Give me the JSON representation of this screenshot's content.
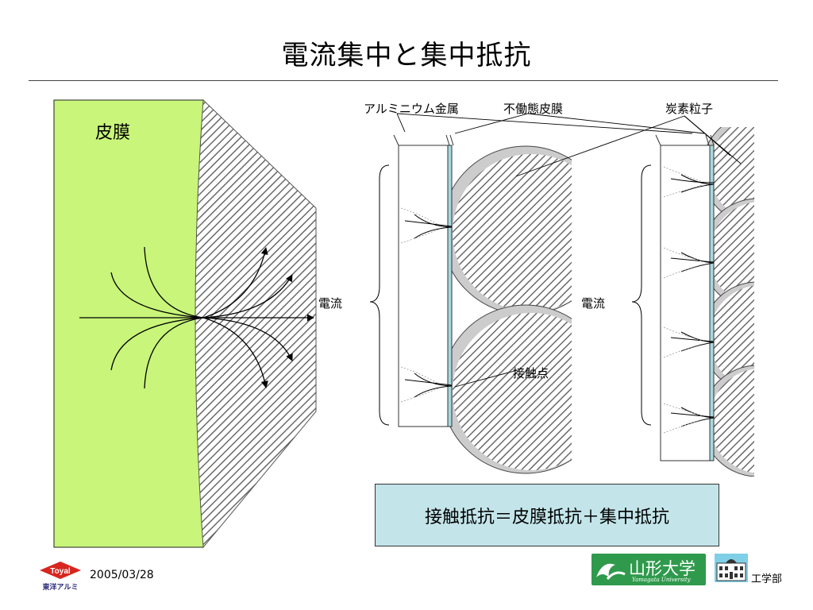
{
  "title": "電流集中と集中抵抗",
  "labels": {
    "skin": "皮膜",
    "aluminum": "アルミニウム金属",
    "passive_film": "不働態皮膜",
    "carbon": "炭素粒子",
    "current_left": "電流",
    "current_right": "電流",
    "contact_point": "接触点"
  },
  "formula": "接触抵抗＝皮膜抵抗＋集中抵抗",
  "footer": {
    "date": "2005/03/28",
    "company_logo": "Toyal",
    "company_sub": "東洋アルミ",
    "university_name": "山形大学",
    "university_sub": "Yamagata University",
    "department": "工学部"
  },
  "colors": {
    "film_green": "#c8f57a",
    "formula_bg": "#c3e5ea",
    "univ_green": "#2f9a4c",
    "toyal_red": "#d6261f",
    "passive_layer": "#a8d8de"
  }
}
